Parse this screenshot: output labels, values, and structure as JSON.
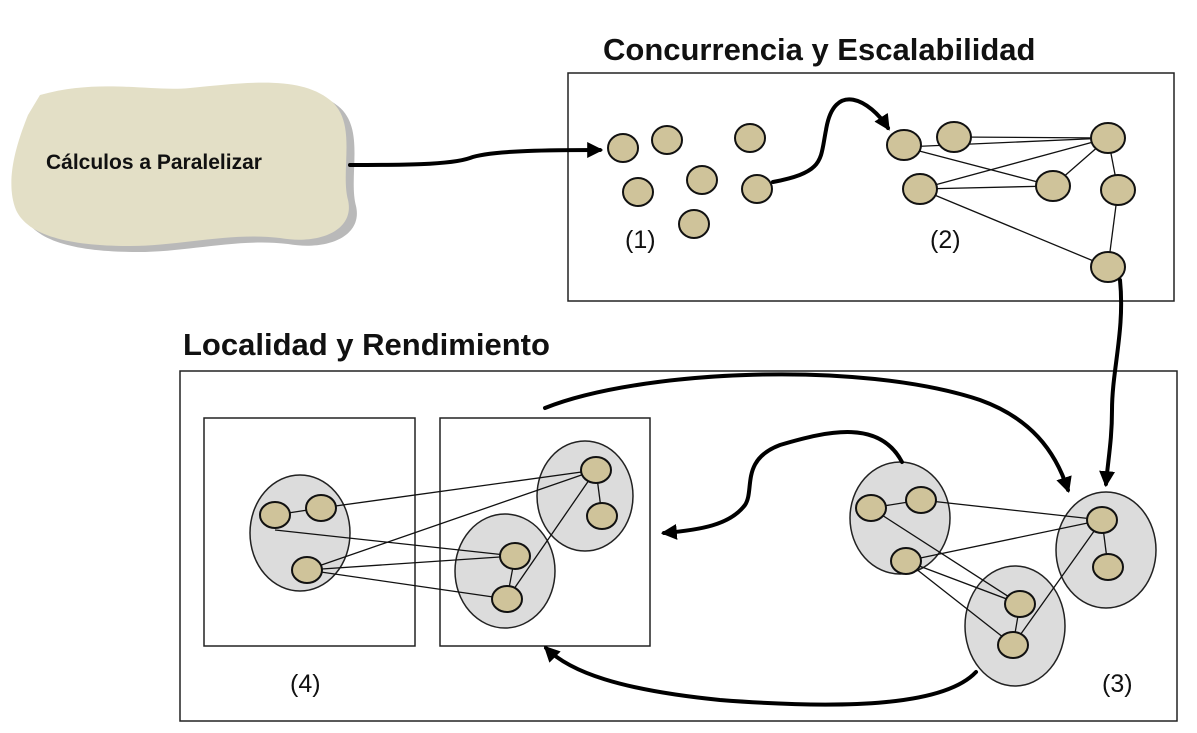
{
  "titles": {
    "concurrency": "Concurrencia y Escalabilidad",
    "locality": "Localidad y Rendimiento"
  },
  "input_blob": {
    "label": "Cálculos a Paralelizar",
    "fill_color": "#e3dfc6"
  },
  "step_labels": {
    "step1": "(1)",
    "step2": "(2)",
    "step3": "(3)",
    "step4": "(4)"
  },
  "colors": {
    "node_fill": "#cfc39a",
    "group_fill": "#dcdcdc",
    "stroke": "#111111"
  }
}
